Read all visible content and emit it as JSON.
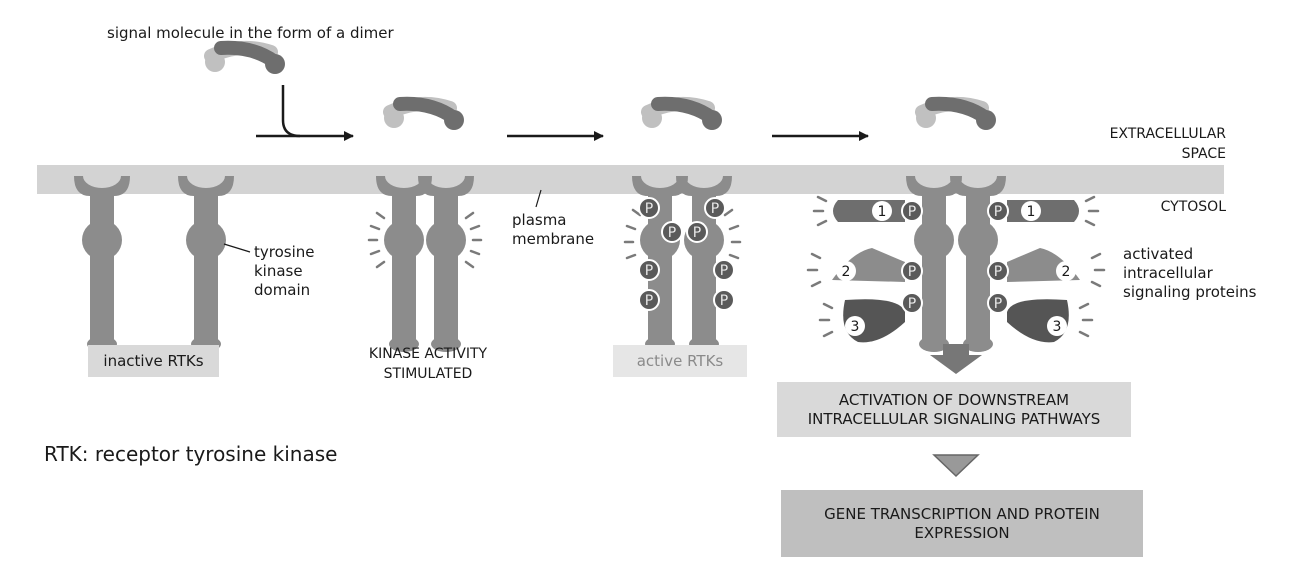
{
  "labels": {
    "signal_molecule": "signal molecule in the form of a dimer",
    "extracellular_line1": "EXTRACELLULAR",
    "extracellular_line2": "SPACE",
    "cytosol": "CYTOSOL",
    "tyrosine_line1": "tyrosine",
    "tyrosine_line2": "kinase",
    "tyrosine_line3": "domain",
    "plasma_line1": "plasma",
    "plasma_line2": "membrane",
    "activated_line1": "activated",
    "activated_line2": "intracellular",
    "activated_line3": "signaling proteins",
    "kinase_line1": "KINASE ACTIVITY",
    "kinase_line2": "STIMULATED",
    "footnote": "RTK: receptor tyrosine kinase"
  },
  "boxes": {
    "inactive": "inactive RTKs",
    "active": "active RTKs",
    "downstream_line1": "ACTIVATION OF DOWNSTREAM",
    "downstream_line2": "INTRACELLULAR SIGNALING PATHWAYS",
    "gene_line1": "GENE TRANSCRIPTION AND PROTEIN",
    "gene_line2": "EXPRESSION"
  },
  "markers": {
    "phospho": "P",
    "protein1": "1",
    "protein2": "2",
    "protein3": "3"
  },
  "colors": {
    "receptor": "#8c8c8c",
    "membrane": "#d3d3d3",
    "phospho_dark": "#5a5a5a",
    "signal_dark": "#6e6e6e",
    "signal_light": "#c0c0c0",
    "box_light": "#d9d9d9",
    "box_dark": "#bfbfbf",
    "text": "#1a1a1a"
  }
}
